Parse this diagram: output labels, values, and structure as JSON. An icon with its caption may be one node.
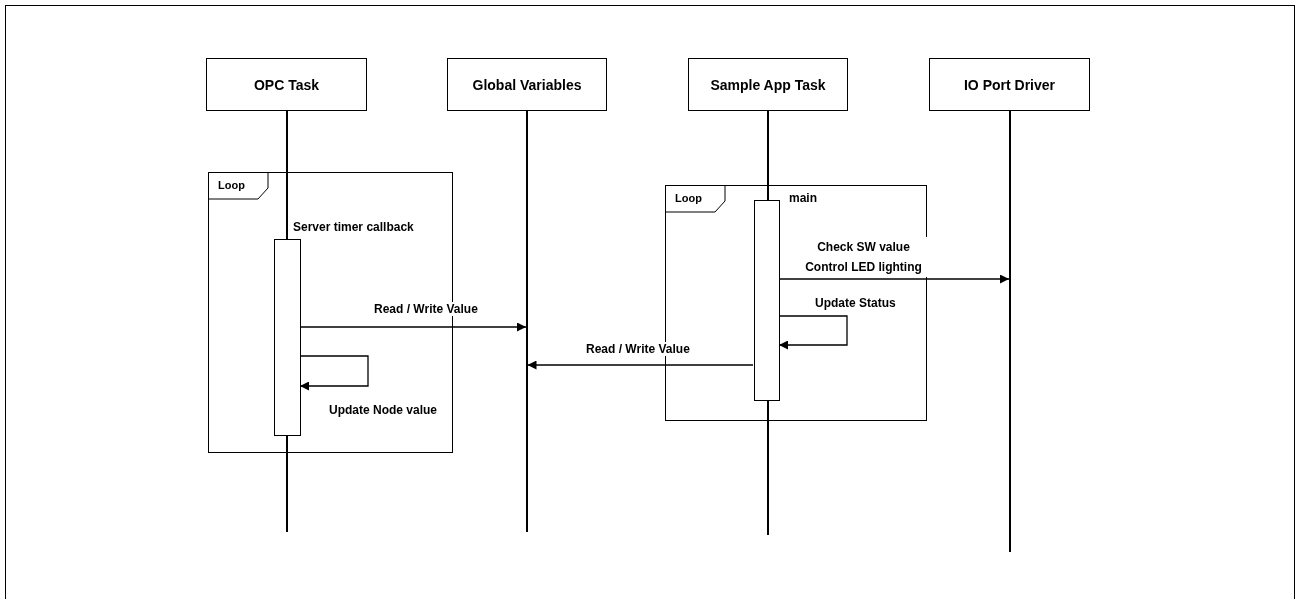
{
  "diagram": {
    "nodes": [
      {
        "text": [
          "OPC Task"
        ]
      },
      {
        "text": [
          "Global Variables"
        ]
      },
      {
        "text": [
          "Sample App Task"
        ]
      },
      {
        "text": [
          "IO Port Driver"
        ]
      },
      {
        "text": [
          "Loop"
        ]
      },
      {
        "text": [],
        "shape": "bar",
        "in": 4,
        "beside": [
          "Server timer callback"
        ]
      },
      {
        "text": [
          "Loop"
        ]
      },
      {
        "text": [],
        "shape": "bar",
        "in": 6,
        "beside": [
          "main"
        ]
      },
      {
        "text": [],
        "shape": "line"
      },
      {
        "text": [],
        "shape": "line"
      },
      {
        "text": [],
        "shape": "line"
      },
      {
        "text": [],
        "shape": "line"
      }
    ],
    "edges": [
      {
        "from": 5,
        "to": 9,
        "arrow": "to",
        "label": "Read / Write Value"
      },
      {
        "from": 5,
        "to": 5,
        "arrow": "to",
        "label": "Update Node value"
      },
      {
        "from": 7,
        "to": 11,
        "arrow": "to",
        "label": "Check SW value Control LED lighting"
      },
      {
        "from": 7,
        "to": 7,
        "arrow": "to",
        "label": "Update Status"
      },
      {
        "from": 7,
        "to": 9,
        "arrow": "to",
        "label": "Read / Write Value"
      }
    ]
  }
}
